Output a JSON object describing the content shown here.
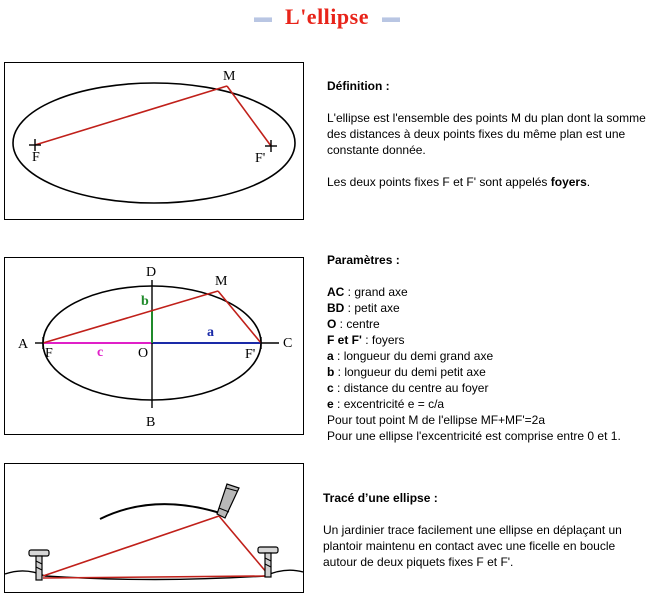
{
  "page": {
    "title": "L'ellipse"
  },
  "section1": {
    "heading": "Définition :",
    "para1": "L'ellipse est l'ensemble des points M du plan dont la somme des distances à deux points fixes du même plan est une constante donnée.",
    "para2_pre": "Les deux points fixes F et F' sont appelés ",
    "para2_bold": "foyers",
    "para2_post": ".",
    "labels": {
      "M": "M",
      "F": "F",
      "Fp": "F'"
    }
  },
  "section2": {
    "heading": "Paramètres :",
    "lines": [
      {
        "term": "AC",
        "desc": " : grand axe"
      },
      {
        "term": "BD",
        "desc": " : petit axe"
      },
      {
        "term": "O",
        "desc": " : centre"
      },
      {
        "term": "F et F'",
        "desc": " : foyers"
      },
      {
        "term": "a",
        "desc": " : longueur du demi grand axe"
      },
      {
        "term": "b",
        "desc": " : longueur du demi petit axe"
      },
      {
        "term": "c",
        "desc": " : distance du centre au foyer"
      },
      {
        "term": "e",
        "desc": " : excentricité e = c/a"
      }
    ],
    "extra1": "Pour tout point M de l'ellipse MF+MF'=2a",
    "extra2": "Pour une ellipse l'excentricité est comprise entre 0 et 1.",
    "labels": {
      "A": "A",
      "B": "B",
      "C": "C",
      "D": "D",
      "O": "O",
      "M": "M",
      "F": "F",
      "Fp": "F'",
      "a": "a",
      "b": "b",
      "c": "c"
    },
    "colors": {
      "a": "#1a2aa8",
      "b": "#1f8a2a",
      "c": "#e020c8",
      "red": "#c0201a"
    }
  },
  "section3": {
    "heading": "Tracé d’une ellipse :",
    "para": "Un jardinier trace facilement une ellipse en déplaçant un plantoir maintenu en contact avec une ficelle en boucle autour de deux piquets fixes F et F'."
  }
}
